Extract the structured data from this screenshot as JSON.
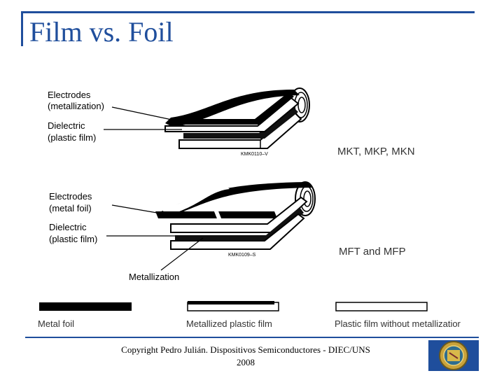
{
  "slide": {
    "title": "Film vs. Foil",
    "copyright_line1": "Copyright Pedro Julián. Dispositivos Semiconductores - DIEC/UNS",
    "copyright_line2": "2008"
  },
  "figure": {
    "top": {
      "label_electrodes": [
        "Electrodes",
        "(metallization)"
      ],
      "label_dielectric": [
        "Dielectric",
        "(plastic film)"
      ],
      "code": "KMK0110–V",
      "types": "MKT, MKP, MKN"
    },
    "bottom": {
      "label_electrodes": [
        "Electrodes",
        "(metal foil)"
      ],
      "label_dielectric": [
        "Dielectric",
        "(plastic film)"
      ],
      "label_metallization": "Metallization",
      "code": "KMK0109–S",
      "types": "MFT and MFP"
    },
    "legend": [
      "Metal foil",
      "Metallized plastic film",
      "Plastic film without metallizatior"
    ]
  }
}
